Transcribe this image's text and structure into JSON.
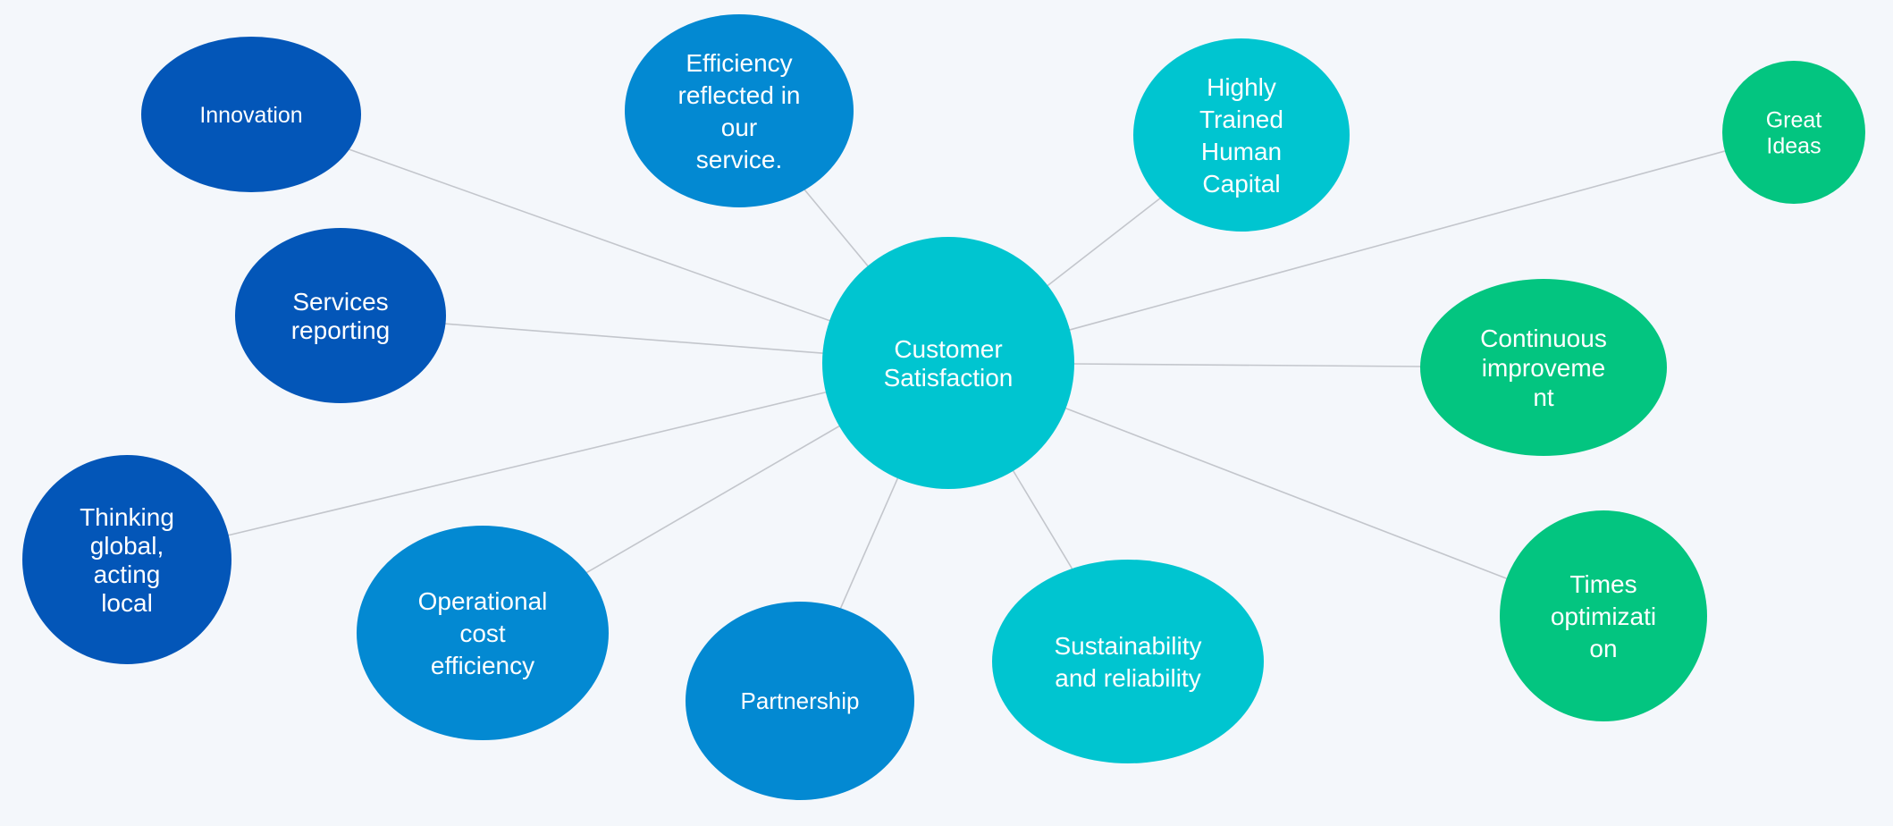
{
  "colors": {
    "background": "#f4f7fb",
    "dark_blue": "#0356b8",
    "medium_blue": "#0389d2",
    "cyan": "#00c5d0",
    "green": "#03c580",
    "connector": "#c3c6cc",
    "text": "#ffffff"
  },
  "center": {
    "id": "customer-satisfaction",
    "lines": [
      "Customer",
      "Satisfaction"
    ],
    "color": "cyan"
  },
  "nodes": [
    {
      "id": "innovation",
      "lines": [
        "Innovation"
      ],
      "color": "dark_blue"
    },
    {
      "id": "efficiency",
      "lines": [
        "Efficiency",
        "reflected in",
        "our",
        "service."
      ],
      "color": "medium_blue"
    },
    {
      "id": "highly-trained",
      "lines": [
        "Highly",
        "Trained",
        "Human",
        "Capital"
      ],
      "color": "cyan"
    },
    {
      "id": "great-ideas",
      "lines": [
        "Great",
        "Ideas"
      ],
      "color": "green"
    },
    {
      "id": "services-reporting",
      "lines": [
        "Services",
        "reporting"
      ],
      "color": "dark_blue"
    },
    {
      "id": "continuous-improvement",
      "lines": [
        "Continuous",
        "improveme",
        "nt"
      ],
      "color": "green"
    },
    {
      "id": "thinking-global",
      "lines": [
        "Thinking",
        "global,",
        "acting",
        "local"
      ],
      "color": "dark_blue"
    },
    {
      "id": "operational-cost",
      "lines": [
        "Operational",
        "cost",
        "efficiency"
      ],
      "color": "medium_blue"
    },
    {
      "id": "partnership",
      "lines": [
        "Partnership"
      ],
      "color": "medium_blue"
    },
    {
      "id": "sustainability",
      "lines": [
        "Sustainability",
        "and reliability"
      ],
      "color": "cyan"
    },
    {
      "id": "times-optimization",
      "lines": [
        "Times",
        "optimizati",
        "on"
      ],
      "color": "green"
    }
  ]
}
